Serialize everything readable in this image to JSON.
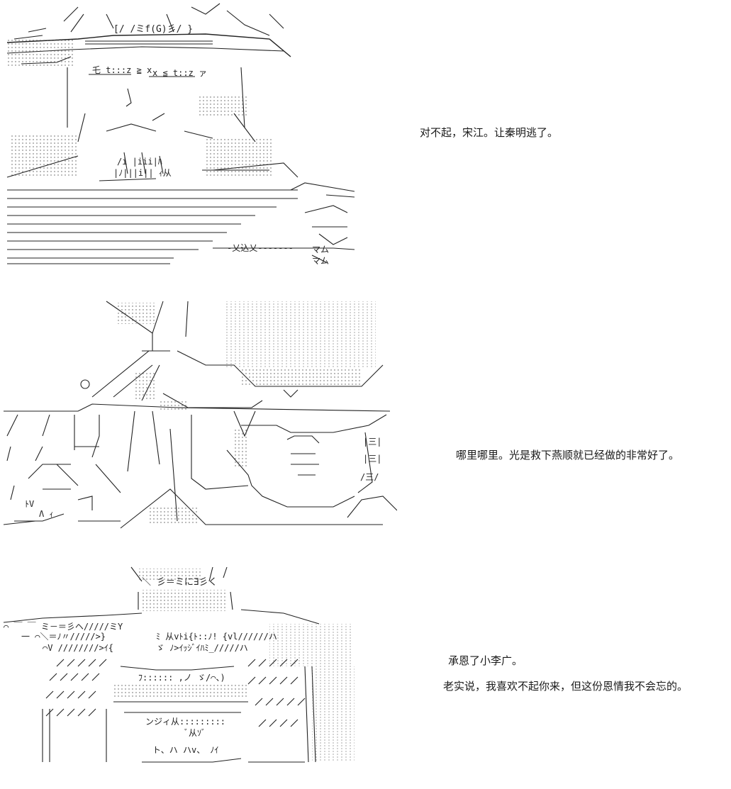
{
  "panels": [
    {
      "id": "panel-1",
      "hat_text": "[/ /ミf(G)彡/ }",
      "captions": [
        "对不起，宋江。让秦明逃了。"
      ]
    },
    {
      "id": "panel-2",
      "captions": [
        "哪里哪里。光是救下燕顺就已经做的非常好了。"
      ]
    },
    {
      "id": "panel-3",
      "captions": [
        "承恩了小李广。",
        "老实说，我喜欢不起你来，但这份恩情我不会忘的。"
      ]
    }
  ]
}
